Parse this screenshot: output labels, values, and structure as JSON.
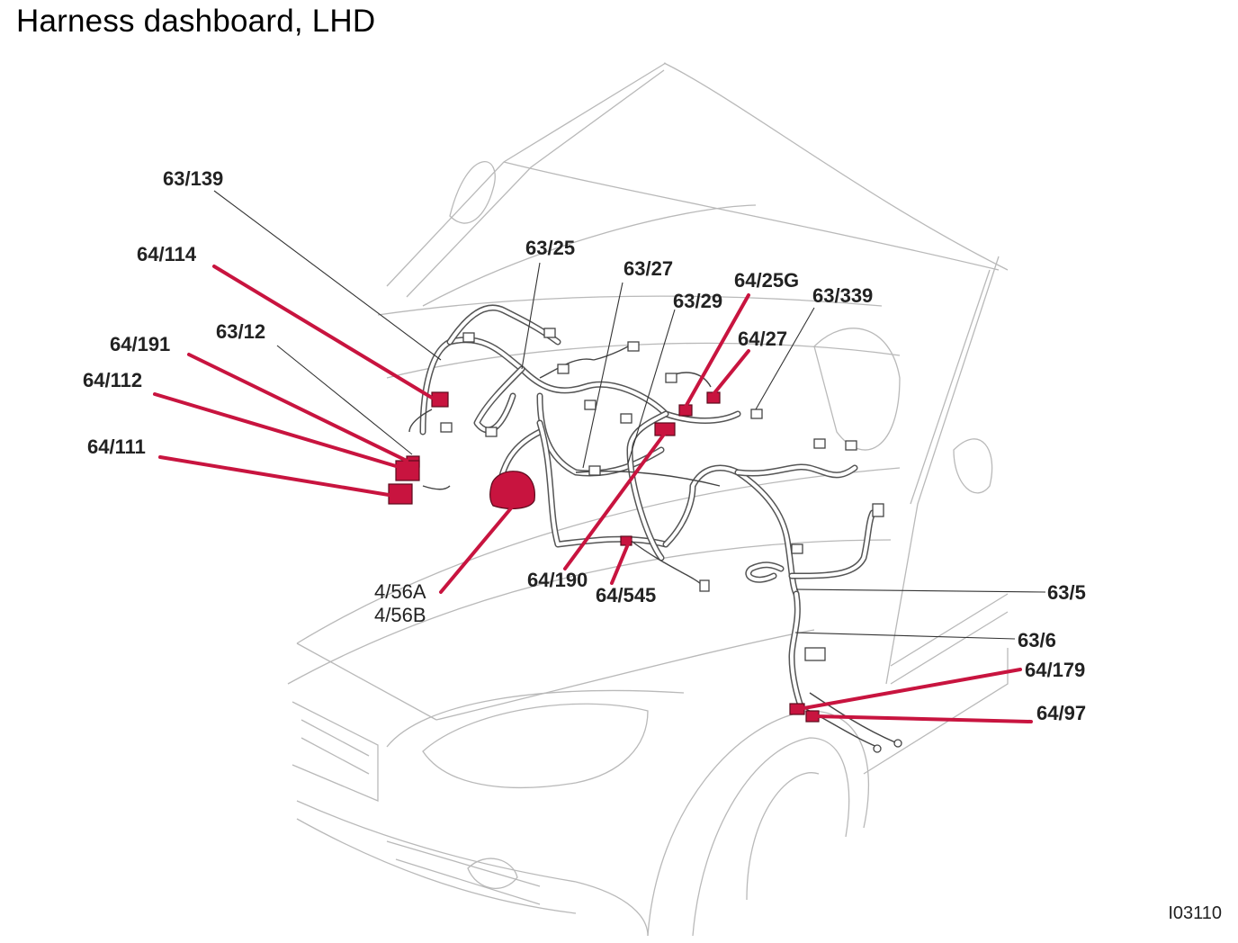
{
  "title": "Harness dashboard, LHD",
  "figure_id": "I03110",
  "labels": {
    "l_63_139": "63/139",
    "l_64_114": "64/114",
    "l_63_12": "63/12",
    "l_64_191": "64/191",
    "l_64_112": "64/112",
    "l_64_111": "64/111",
    "l_63_25": "63/25",
    "l_63_27": "63/27",
    "l_63_29": "63/29",
    "l_64_25G": "64/25G",
    "l_63_339": "63/339",
    "l_64_27": "64/27",
    "l_4_56A": "4/56A",
    "l_4_56B": "4/56B",
    "l_64_190": "64/190",
    "l_64_545": "64/545",
    "l_63_5": "63/5",
    "l_63_6": "63/6",
    "l_64_179": "64/179",
    "l_64_97": "64/97"
  },
  "colors": {
    "highlight_red": "#c8143f",
    "car_outline": "#b9b9b9",
    "harness": "#555555"
  }
}
